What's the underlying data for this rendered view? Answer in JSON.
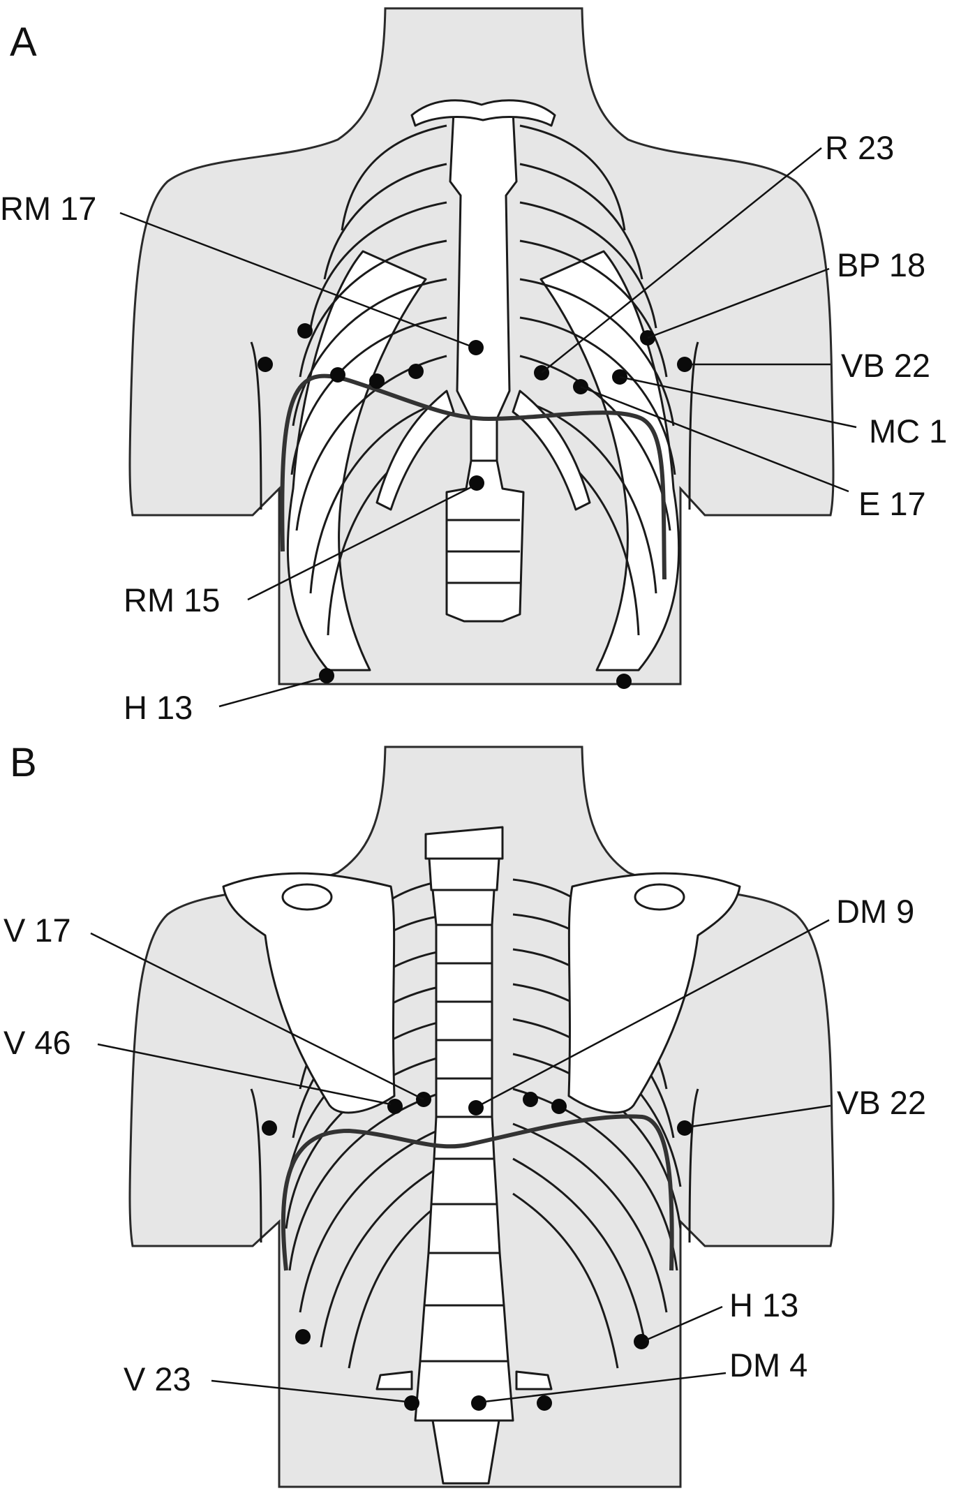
{
  "panels": [
    {
      "letter": "A",
      "labels": {
        "rm17": "RM 17",
        "r23": "R 23",
        "bp18": "BP 18",
        "vb22": "VB 22",
        "mc1": "MC 1",
        "e17": "E 17",
        "rm15": "RM 15",
        "h13": "H 13"
      }
    },
    {
      "letter": "B",
      "labels": {
        "v17": "V 17",
        "dm9": "DM 9",
        "v46": "V 46",
        "vb22": "VB 22",
        "h13": "H 13",
        "dm4": "DM 4",
        "v23": "V 23"
      }
    }
  ],
  "colors": {
    "skin": "#e6e6e6",
    "bone": "#ffffff",
    "outline": "#1a1a1a",
    "point": "#0a0a0a"
  }
}
